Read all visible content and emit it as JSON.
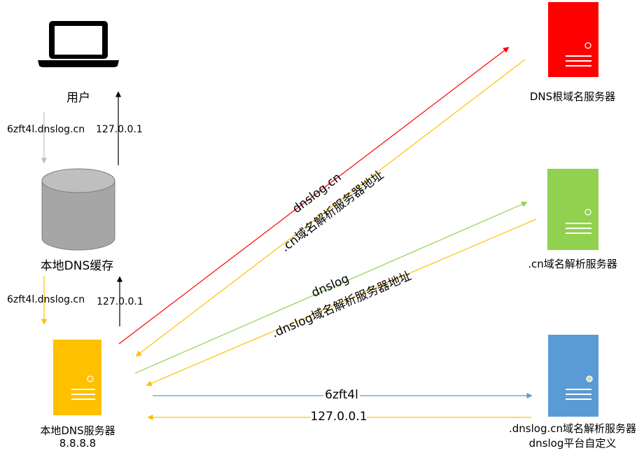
{
  "nodes": {
    "user": {
      "label": "用户"
    },
    "cache": {
      "label": "本地DNS缓存"
    },
    "local_dns": {
      "label": "本地DNS服务器",
      "ip": "8.8.8.8",
      "color": "#FFC000"
    },
    "root": {
      "label": "DNS根域名服务器",
      "color": "#FF0000"
    },
    "cn": {
      "label": ".cn域名解析服务器",
      "color": "#92D050"
    },
    "platform": {
      "label": ".dnslog.cn域名解析服务器",
      "sublabel": "dnslog平台自定义",
      "color": "#5B9BD5"
    }
  },
  "edges": {
    "user_to_cache": {
      "label": "6zft4l.dnslog.cn",
      "color": "#BFBFBF"
    },
    "cache_to_user": {
      "label": "127.0.0.1",
      "color": "#000000"
    },
    "cache_to_local": {
      "label": "6zft4l.dnslog.cn",
      "color": "#FFC000"
    },
    "local_to_cache": {
      "label": "127.0.0.1",
      "color": "#000000"
    },
    "local_to_root": {
      "label": "dnslog.cn",
      "color": "#FF0000"
    },
    "root_to_local": {
      "label": ".cn域名解析服务器地址",
      "color": "#FFC000"
    },
    "local_to_cn": {
      "label": "dnslog",
      "color": "#92D050"
    },
    "cn_to_local": {
      "label": ".dnslog域名解析服务器地址",
      "color": "#FFC000"
    },
    "local_to_platform": {
      "label": "6zft4l",
      "color": "#5B9BD5"
    },
    "platform_to_local": {
      "label": "127.0.0.1",
      "color": "#FFC000"
    }
  }
}
